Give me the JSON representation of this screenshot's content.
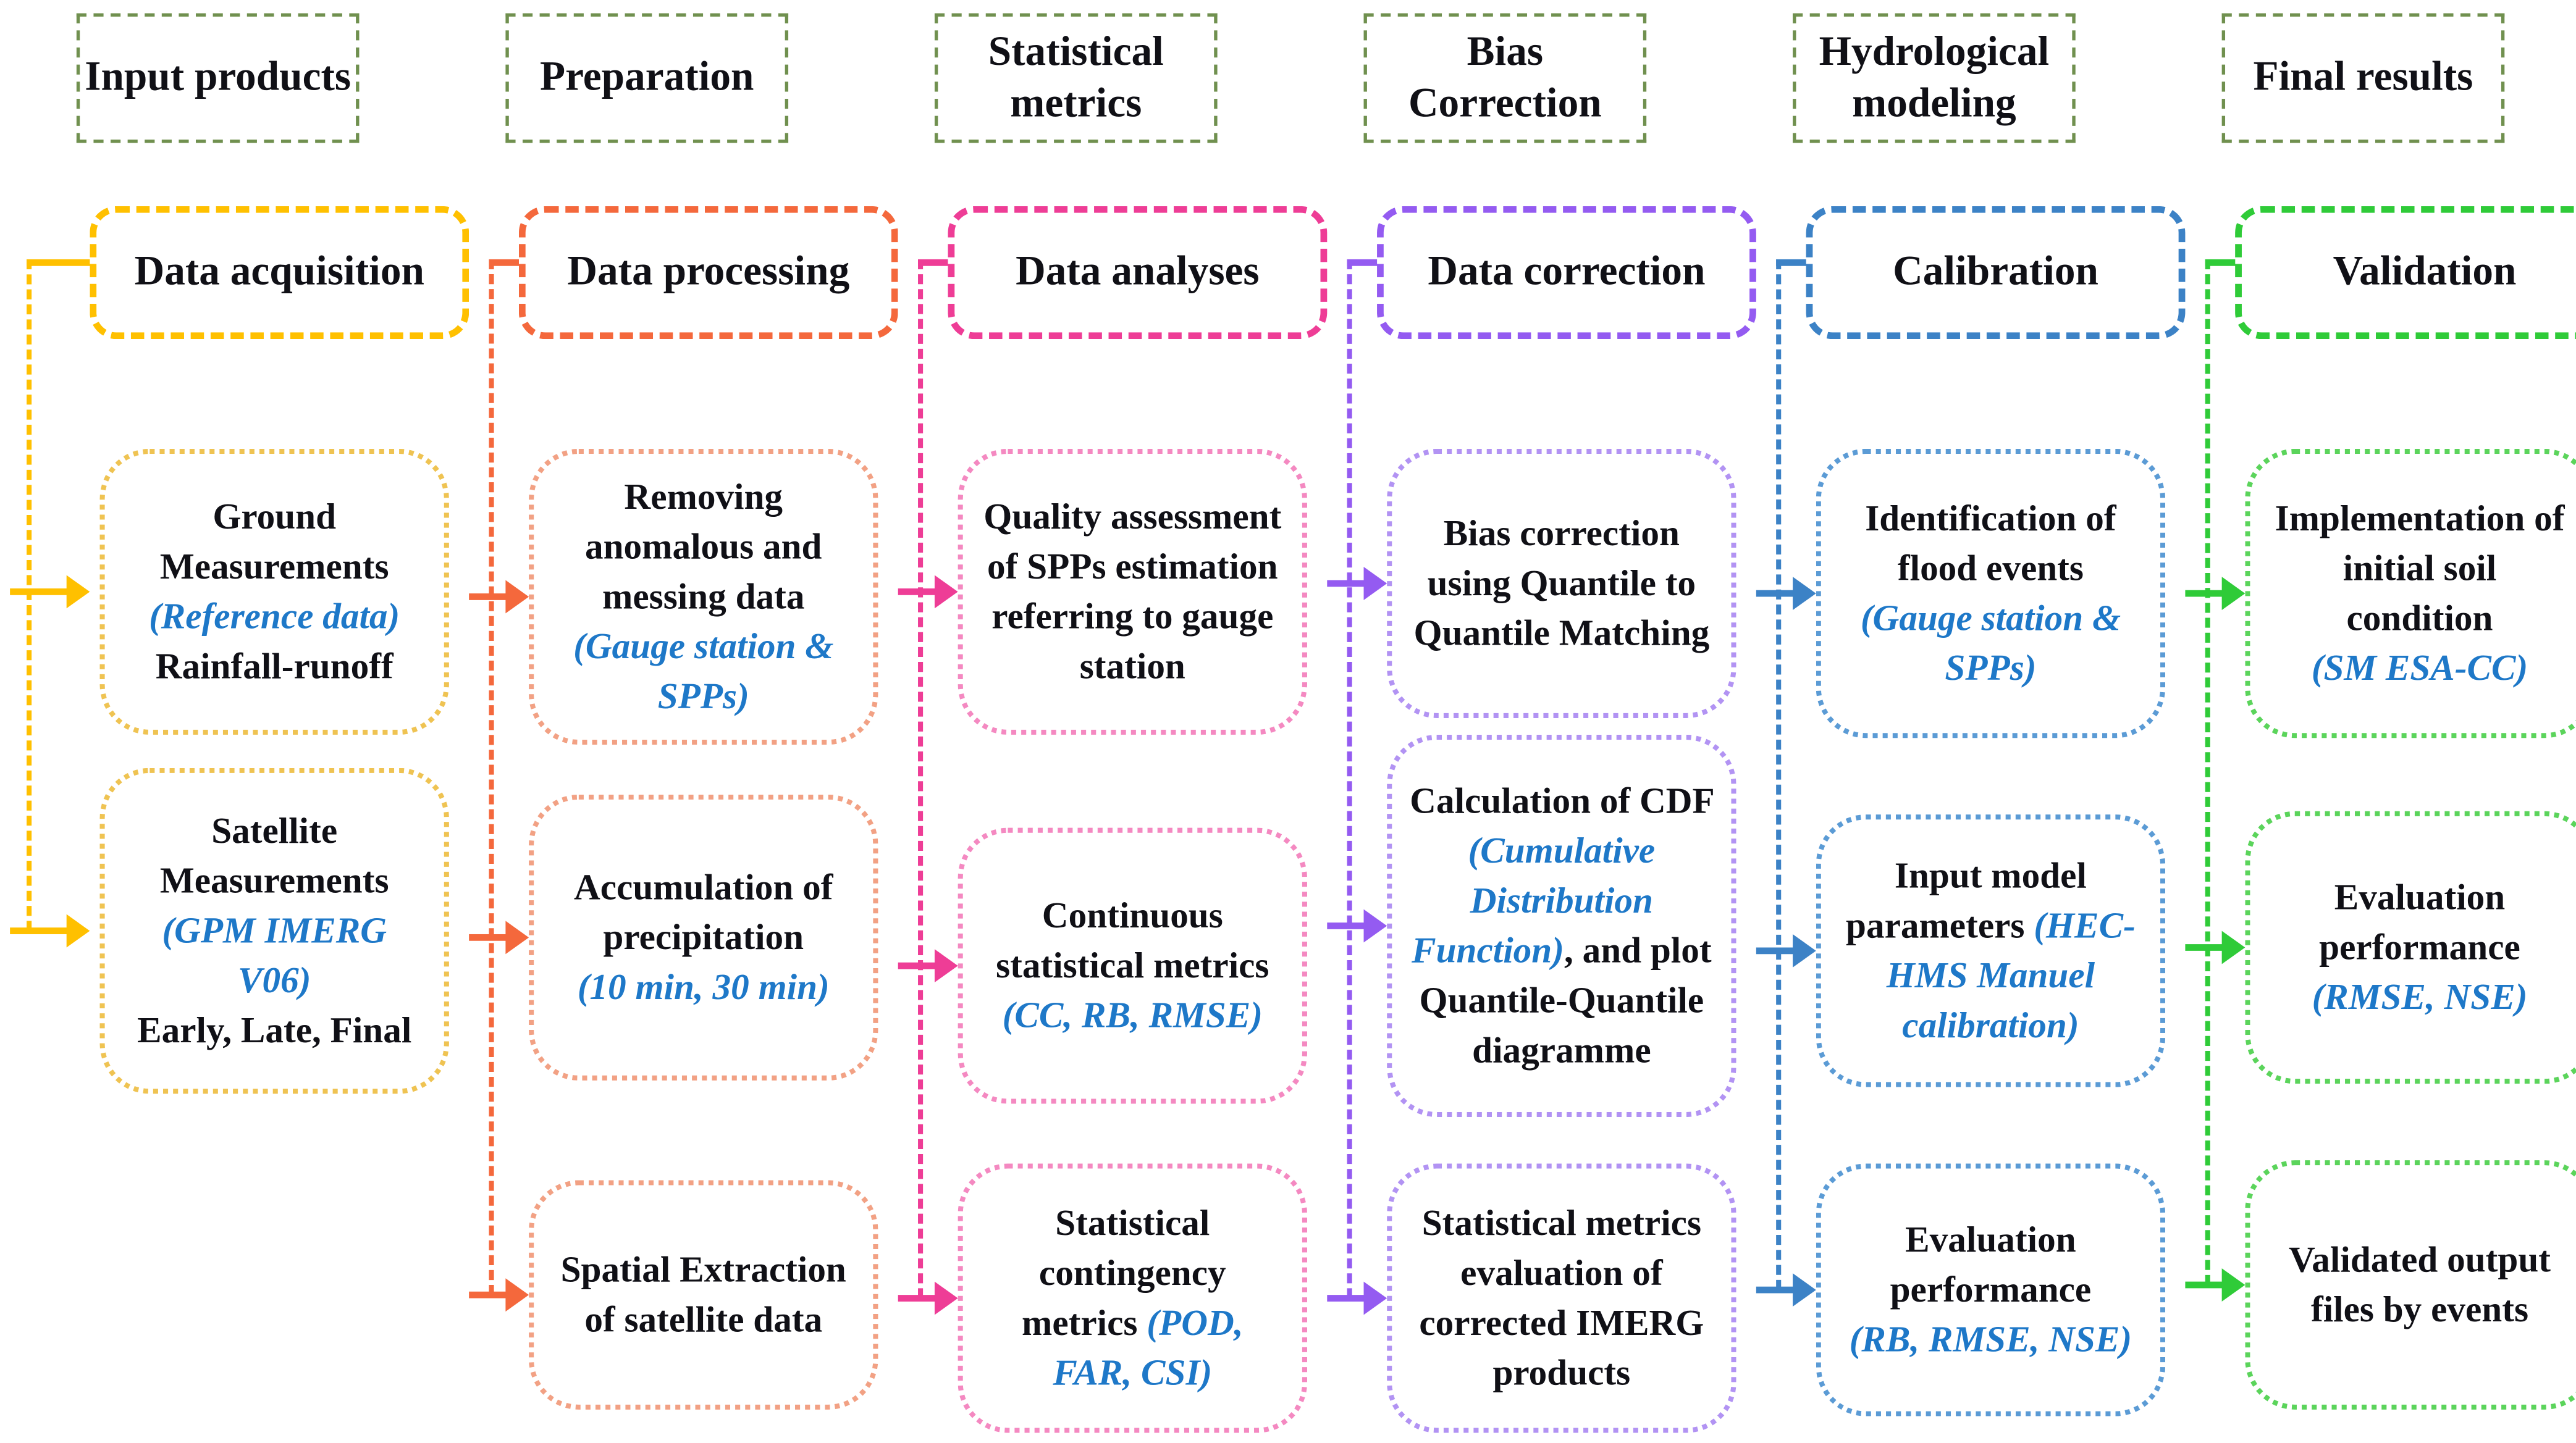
{
  "diagram": {
    "type": "flowchart",
    "text_colors": {
      "black": "#101016",
      "blue": "#1E78C8",
      "header_border": "#70904F"
    }
  },
  "columns": [
    {
      "name": "input-products",
      "accent": "#FFC000",
      "light": "#EFC352",
      "header": "Input products",
      "stage": "Data acquisition",
      "boxes": [
        {
          "t1": "Ground Measurements\n",
          "t2": "(Reference data)",
          "t3": "\nRainfall-runoff"
        },
        {
          "t1": "Satellite Measurements\n",
          "t2": "(GPM IMERG V06)",
          "t3": "\nEarly, Late, Final"
        }
      ]
    },
    {
      "name": "preparation",
      "accent": "#F4683C",
      "light": "#F2A184",
      "header": "Preparation",
      "stage": "Data processing",
      "boxes": [
        {
          "t1": "Removing anomalous and messing data\n",
          "t2": "(Gauge station & SPPs)"
        },
        {
          "t1": "Accumulation of precipitation\n",
          "t2": "(10 min, 30 min)"
        },
        {
          "t1": "Spatial Extraction of satellite data"
        }
      ]
    },
    {
      "name": "statistical-metrics",
      "accent": "#EE3D96",
      "light": "#F489C1",
      "header": "Statistical metrics",
      "stage": "Data analyses",
      "boxes": [
        {
          "t1": "Quality assessment of SPPs estimation referring to gauge station"
        },
        {
          "t1": "Continuous statistical metrics\n",
          "t2": "(CC, RB, RMSE)"
        },
        {
          "t1": "Statistical contingency metrics ",
          "t2": "(POD, FAR, CSI)"
        }
      ]
    },
    {
      "name": "bias-correction",
      "accent": "#945BF1",
      "light": "#B293F3",
      "header": "Bias Correction",
      "stage": "Data correction",
      "boxes": [
        {
          "t1": "Bias correction using Quantile to Quantile Matching"
        },
        {
          "t1": "Calculation of CDF ",
          "t2": "(Cumulative Distribution Function)",
          "t3": ", and plot Quantile-Quantile diagramme"
        },
        {
          "t1": "Statistical metrics evaluation of corrected IMERG products"
        }
      ]
    },
    {
      "name": "hydrological-modeling",
      "accent": "#3C82C6",
      "light": "#5B9BD5",
      "header": "Hydrological modeling",
      "stage": "Calibration",
      "boxes": [
        {
          "t1": "Identification of flood events\n",
          "t2": "(Gauge station & SPPs)"
        },
        {
          "t1": "Input model parameters ",
          "t2": "(HEC-HMS Manuel calibration)"
        },
        {
          "t1": "Evaluation performance\n",
          "t2": "(RB, RMSE, NSE)"
        }
      ]
    },
    {
      "name": "final-results",
      "accent": "#2FCB38",
      "light": "#5BD45B",
      "header": "Final results",
      "stage": "Validation",
      "boxes": [
        {
          "t1": "Implementation of initial soil condition\n",
          "t2": "(SM ESA-CC)"
        },
        {
          "t1": "Evaluation performance\n",
          "t2": "(RMSE, NSE)"
        },
        {
          "t1": "Validated output files by events"
        }
      ]
    }
  ]
}
